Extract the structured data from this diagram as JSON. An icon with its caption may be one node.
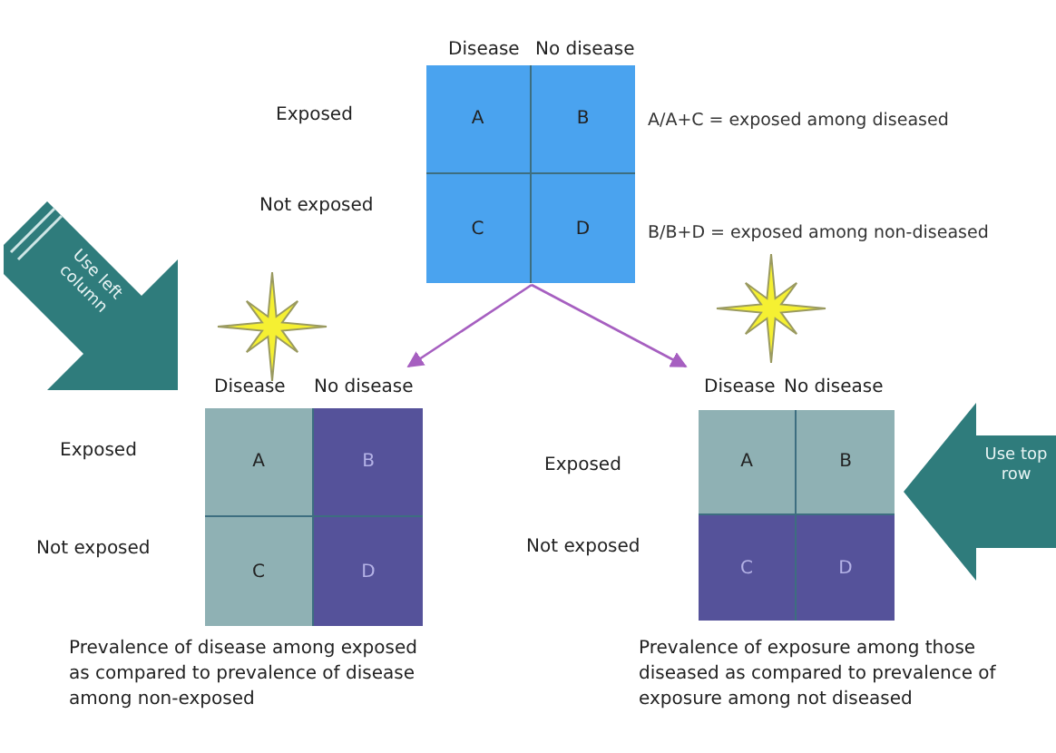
{
  "diagram": {
    "nodes": [
      {
        "text": [
          "Disease",
          "No disease",
          "Exposed",
          "Not exposed"
        ]
      },
      {
        "text": [
          "A"
        ],
        "in": 0
      },
      {
        "text": [
          "B"
        ],
        "in": 0
      },
      {
        "text": [
          "C"
        ],
        "in": 0
      },
      {
        "text": [
          "D"
        ],
        "in": 0
      },
      {
        "text": [
          "Disease",
          "No disease",
          "Exposed",
          "Not exposed"
        ],
        "beside": [
          "Prevalence of disease among exposed as compared to prevalence of disease among non-exposed"
        ]
      },
      {
        "text": [
          "A"
        ],
        "in": 5
      },
      {
        "text": [
          "B"
        ],
        "in": 5
      },
      {
        "text": [
          "C"
        ],
        "in": 5
      },
      {
        "text": [
          "D"
        ],
        "in": 5
      },
      {
        "text": [
          "Disease",
          "No disease",
          "Exposed",
          "Not exposed"
        ],
        "beside": [
          "Prevalence of exposure among those diseased as compared to prevalence of exposure among not diseased"
        ]
      },
      {
        "text": [
          "A"
        ],
        "in": 10
      },
      {
        "text": [
          "B"
        ],
        "in": 10
      },
      {
        "text": [
          "C"
        ],
        "in": 10
      },
      {
        "text": [
          "D"
        ],
        "in": 10
      },
      {
        "text": [
          "Use left column"
        ]
      },
      {
        "text": [
          "Use top row"
        ]
      }
    ],
    "edges": [
      {
        "from": 0,
        "to": 5,
        "arrow": "to",
        "color": "#a65fc0"
      },
      {
        "from": 0,
        "to": 10,
        "arrow": "to",
        "color": "#a65fc0"
      }
    ],
    "labels": [
      "A/A+C = exposed among diseased",
      "B/B+D = exposed among non-diseased"
    ]
  }
}
